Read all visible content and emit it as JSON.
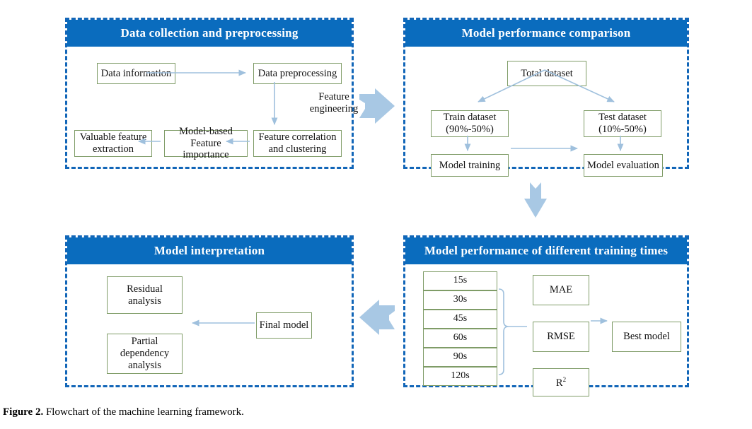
{
  "figure": {
    "caption_label": "Figure 2.",
    "caption_text": "Flowchart of the machine learning framework."
  },
  "colors": {
    "header_blue": "#0a6cbe",
    "panel_dash_blue": "#1266b8",
    "box_border_green": "#7f9c67",
    "thin_arrow_blue": "#9fc0dd",
    "block_arrow_blue": "#a8c8e4",
    "text_black": "#111111"
  },
  "panels": [
    {
      "id": "data-collection",
      "title": "Data collection and preprocessing",
      "nodes": [
        {
          "id": "data-information",
          "label": "Data information"
        },
        {
          "id": "data-preprocessing",
          "label": "Data preprocessing"
        },
        {
          "id": "feature-correlation",
          "label": "Feature correlation and clustering",
          "line1": "Feature correlation",
          "line2": "and clustering"
        },
        {
          "id": "model-based-feature-importance",
          "label": "Model-based Feature importance",
          "line1": "Model-based",
          "line2": "Feature importance"
        },
        {
          "id": "valuable-feature-extraction",
          "label": "Valuable feature extraction",
          "line1": "Valuable feature",
          "line2": "extraction"
        }
      ],
      "edge_labels": [
        {
          "id": "feature-engineering",
          "line1": "Feature",
          "line2": "engineering"
        }
      ]
    },
    {
      "id": "model-performance-comparison",
      "title": "Model performance comparison",
      "nodes": [
        {
          "id": "total-dataset",
          "label": "Total dataset"
        },
        {
          "id": "train-dataset",
          "label": "Train dataset (90%-50%)",
          "line1": "Train dataset",
          "line2": "(90%-50%)"
        },
        {
          "id": "test-dataset",
          "label": "Test dataset (10%-50%)",
          "line1": "Test dataset",
          "line2": "(10%-50%)"
        },
        {
          "id": "model-training",
          "label": "Model training"
        },
        {
          "id": "model-evaluation",
          "label": "Model evaluation"
        }
      ]
    },
    {
      "id": "model-interpretation",
      "title": "Model interpretation",
      "nodes": [
        {
          "id": "residual-analysis",
          "label": "Residual analysis"
        },
        {
          "id": "partial-dependency-analysis",
          "label": "Partial dependency analysis",
          "line1": "Partial",
          "line2": "dependency",
          "line3": "analysis"
        },
        {
          "id": "final-model",
          "label": "Final model"
        }
      ]
    },
    {
      "id": "training-times",
      "title": "Model performance of different training times",
      "training_times": [
        "15s",
        "30s",
        "45s",
        "60s",
        "90s",
        "120s"
      ],
      "metrics": [
        {
          "id": "mae",
          "label": "MAE"
        },
        {
          "id": "rmse",
          "label": "RMSE"
        },
        {
          "id": "r-squared",
          "label": "R2",
          "base": "R",
          "exponent": "2"
        }
      ],
      "nodes": [
        {
          "id": "best-model",
          "label": "Best model"
        }
      ]
    }
  ],
  "connectors": [
    {
      "id": "panel1-to-panel2",
      "direction": "right",
      "type": "block-arrow"
    },
    {
      "id": "panel2-to-panel4",
      "direction": "down",
      "type": "block-arrow"
    },
    {
      "id": "panel4-to-panel3",
      "direction": "left",
      "type": "block-arrow"
    }
  ]
}
